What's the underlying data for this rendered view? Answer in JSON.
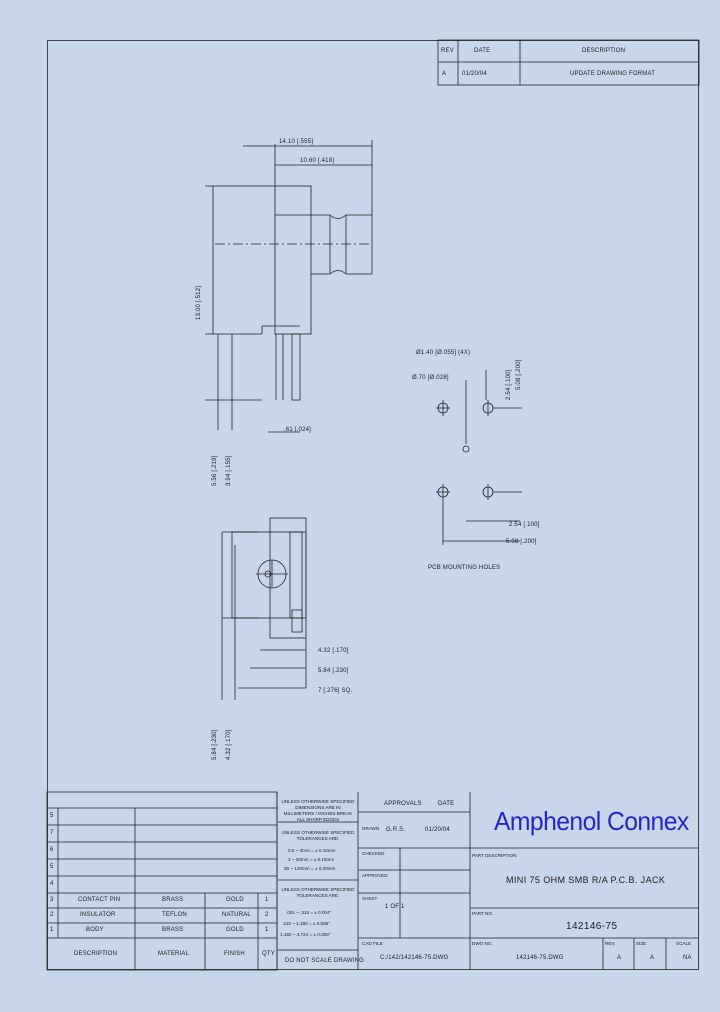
{
  "revision_block": {
    "headers": [
      "REV",
      "DATE",
      "DESCRIPTION"
    ],
    "rev": "A",
    "date": "01/20/04",
    "description": "UPDATE DRAWING FORMAT"
  },
  "dims": {
    "overall_length": "14.10 [.555]",
    "body_length": "10.60 [.418]",
    "height": "13.00 [.512]",
    "pin_a": "5.56 [.219]",
    "pin_b": "3.94 [.155]",
    "pin_dia": ".61 [.024]",
    "hole_dia_1": "Ø1.40 [Ø.055] (4X)",
    "hole_dia_2": "Ø.70 [Ø.028]",
    "hole_v1": "2.54 [.100]",
    "hole_v2": "5.08 [.200]",
    "hole_h1": "2.54 [.100]",
    "hole_h2": "5.08 [.200]",
    "pcb_label": "PCB MOUNTING HOLES",
    "front_1": "4.32 [.170]",
    "front_2": "5.84 [.230]",
    "front_3": "7 [.276] SQ.",
    "front_v1": "5.84 [.230]",
    "front_v2": "4.32 [.170]"
  },
  "bom": {
    "empty_rows": [
      "5",
      "7",
      "6",
      "5",
      "4"
    ],
    "rows": [
      {
        "item": "3",
        "description": "CONTACT PIN",
        "material": "BRASS",
        "finish": "GOLD",
        "qty": "1"
      },
      {
        "item": "2",
        "description": "INSULATOR",
        "material": "TEFLON",
        "finish": "NATURAL",
        "qty": "2"
      },
      {
        "item": "1",
        "description": "BODY",
        "material": "BRASS",
        "finish": "GOLD",
        "qty": "1"
      }
    ],
    "headers": {
      "description": "DESCRIPTION",
      "material": "MATERIAL",
      "finish": "FINISH",
      "qty": "QTY"
    }
  },
  "notes": {
    "block1": "UNLESS OTHERWISE SPECIFIED DIMENSIONS ARE IN MILLIMETERS / INCHES BREAK ALL SHARP EDGES",
    "block2_title": "UNLESS OTHERWISE SPECIFIED TOLERANCES ARE:",
    "block2_lines": [
      "0.5 ~ 3mm = ± 0.10mm",
      "3 ~ 30mm = ± 0.15mm",
      "30 ~ 120mm = ± 0.20mm"
    ],
    "block3_title": "UNLESS OTHERWISE SPECIFIED TOLERANCES ARE:",
    "block3_lines": [
      ".001 ~ .315 = ± 0.004\"",
      ".315 ~ 1.180 = ± 0.006\"",
      "1.180 ~ 4.724 = ± 0.008\""
    ],
    "no_scale": "DO NOT SCALE DRAWING"
  },
  "approvals": {
    "header": "APPROVALS",
    "date_header": "DATE",
    "drawn_label": "DRAWN",
    "drawn_by": "G.R.S.",
    "drawn_date": "01/20/04",
    "checked_label": "CHECKED",
    "approved_label": "APPROVED",
    "sheet_label": "SHEET",
    "sheet": "1 OF 1",
    "cad_label": "CAD FILE",
    "cad_file": "C:/142/142146-75.DWG"
  },
  "title_block": {
    "company": "Amphenol Connex",
    "part_desc_label": "PART DESCRIPTION",
    "part_desc": "MINI 75 OHM SMB R/A P.C.B. JACK",
    "part_no_label": "PART NO.",
    "part_no": "142146-75",
    "dwg_no_label": "DWG NO.",
    "dwg_no": "142146-75.DWG",
    "rev_label": "REV.",
    "rev": "A",
    "size_label": "SIZE",
    "size": "A",
    "scale_label": "SCALE",
    "scale": "NA"
  }
}
